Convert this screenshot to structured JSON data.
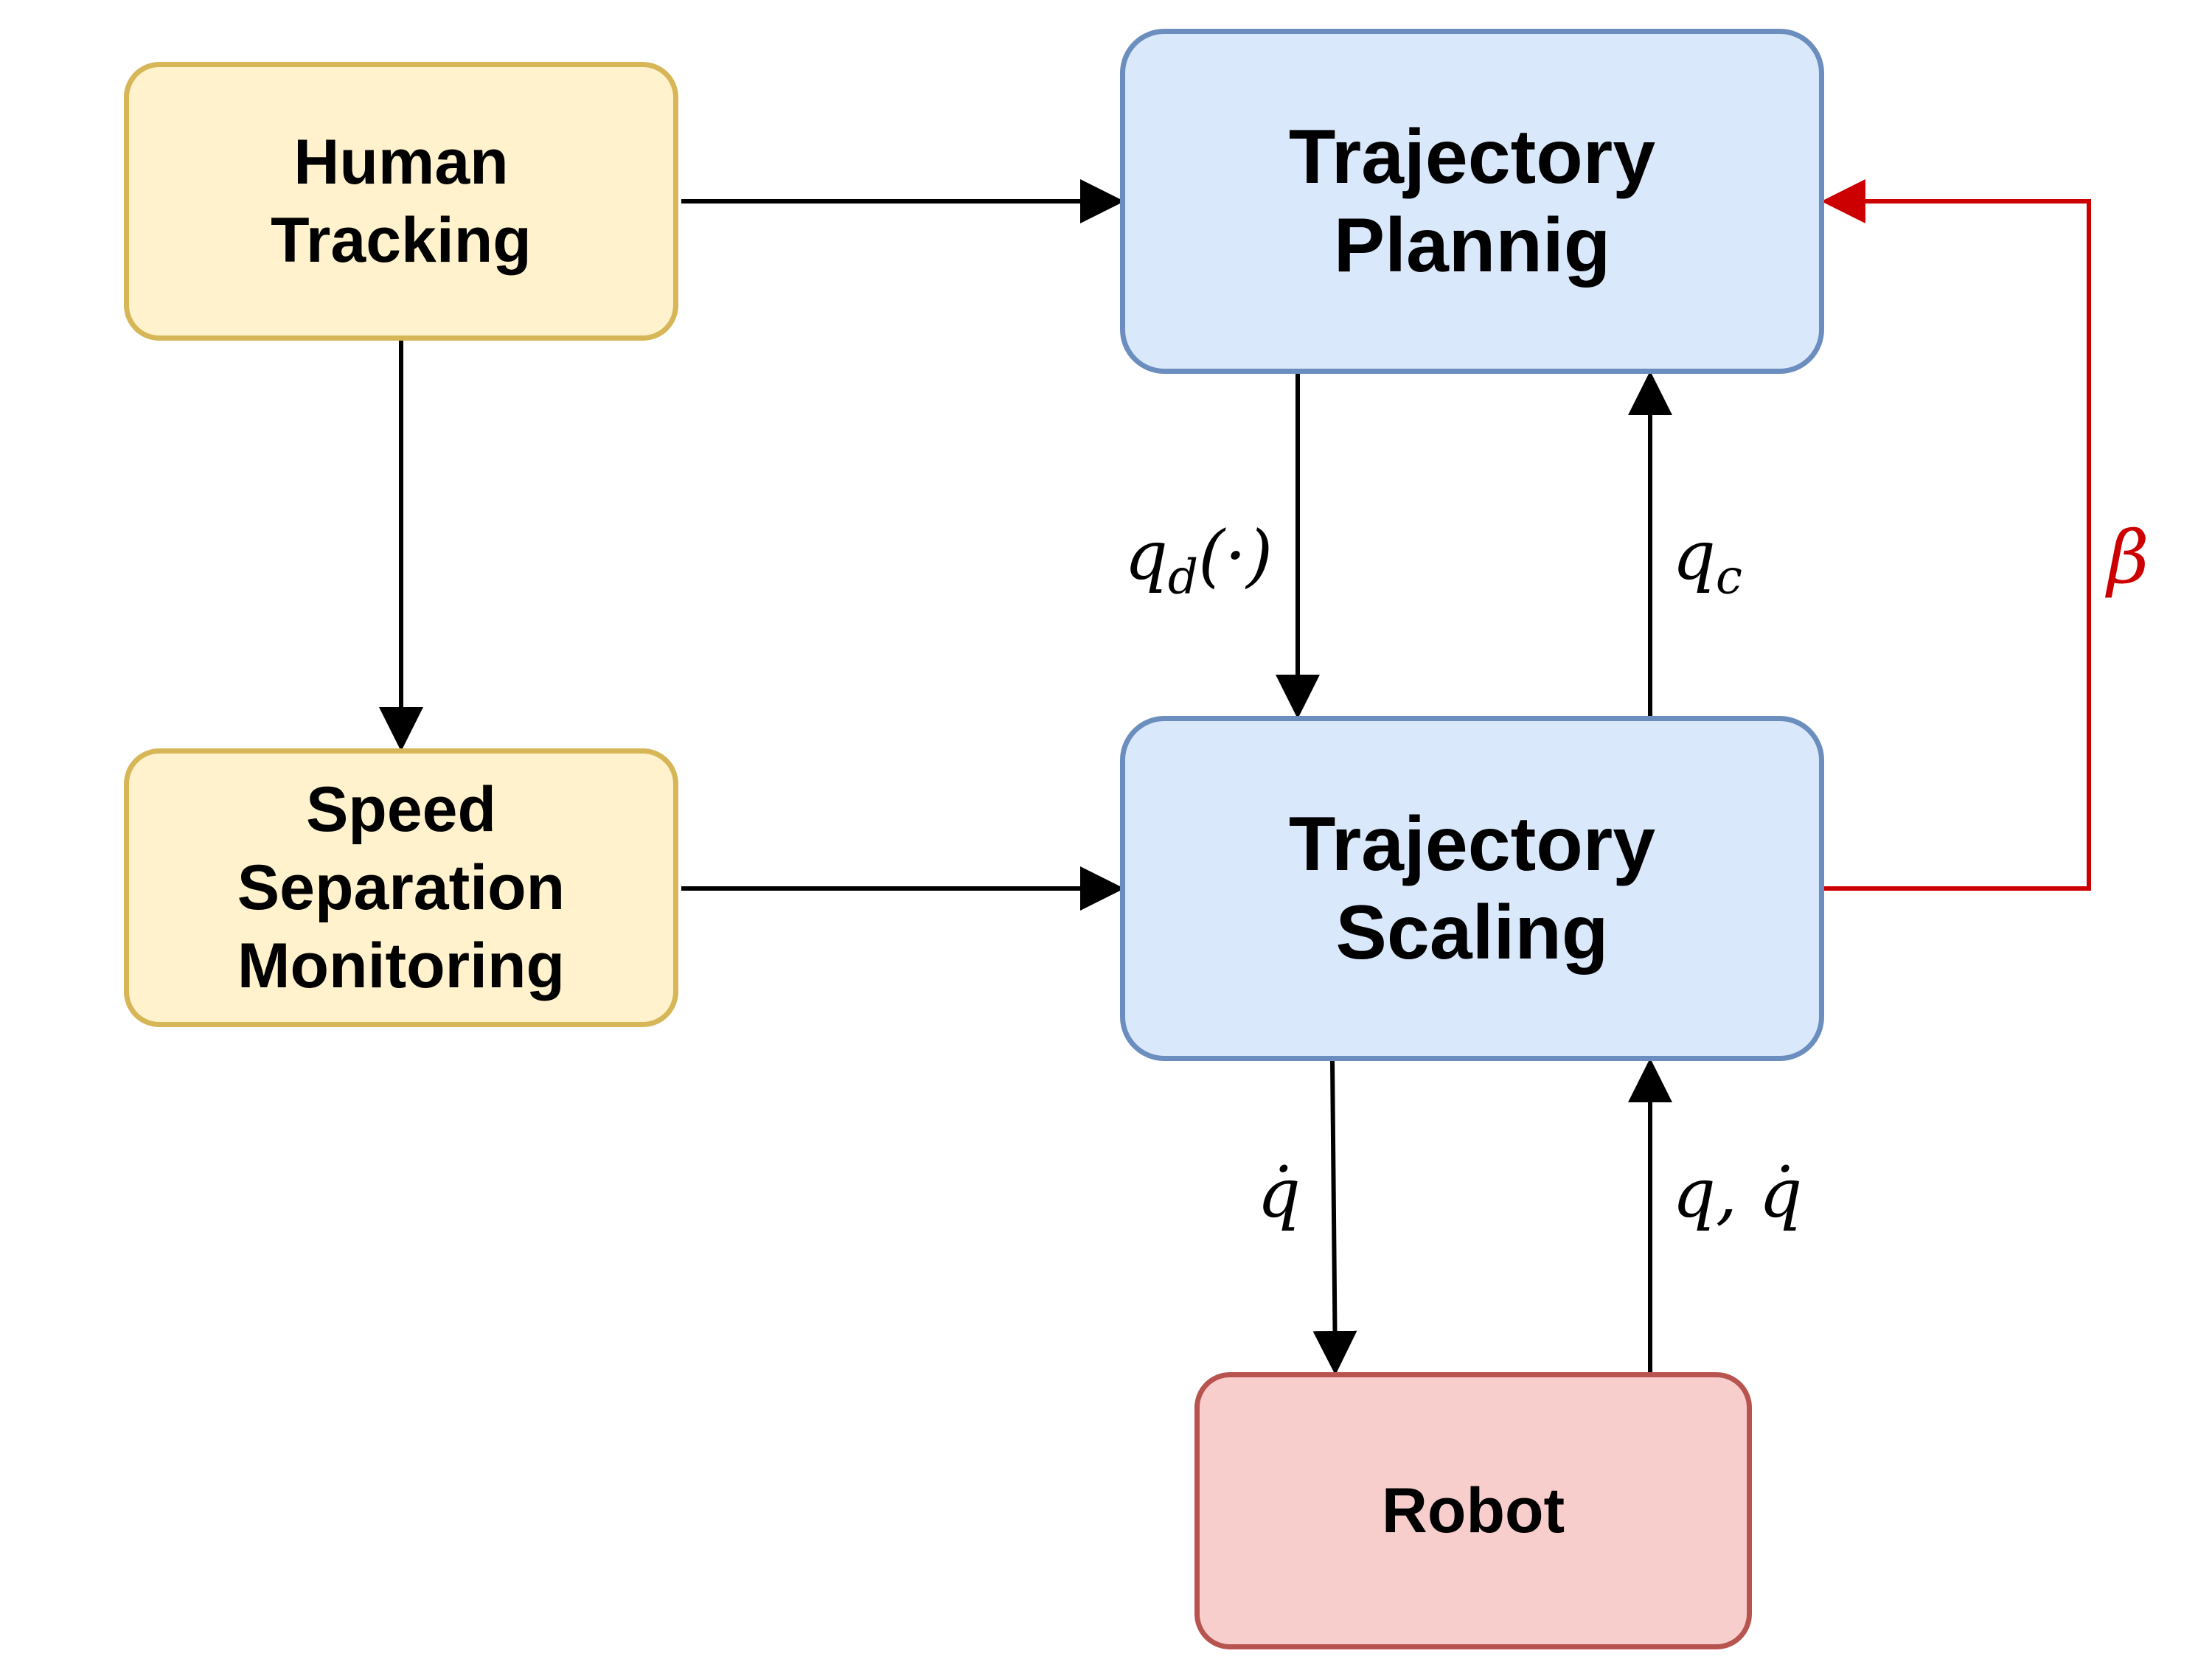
{
  "nodes": {
    "human_tracking": {
      "label": "Human\nTracking"
    },
    "speed_separation_monitoring": {
      "label": "Speed\nSeparation\nMonitoring"
    },
    "trajectory_planning": {
      "label": "Trajectory\nPlannig"
    },
    "trajectory_scaling": {
      "label": "Trajectory\nScaling"
    },
    "robot": {
      "label": "Robot"
    }
  },
  "edge_labels": {
    "planning_to_scaling": "q_d(·)",
    "scaling_to_planning": "q_c",
    "feedback_beta": "β",
    "scaling_to_robot": "q̇",
    "robot_to_scaling": "q, q̇"
  },
  "colors": {
    "yellow_fill": "#fff2cc",
    "yellow_stroke": "#d6b656",
    "blue_fill": "#dae8fc",
    "blue_stroke": "#6c8ebf",
    "red_fill": "#f8cecc",
    "red_stroke": "#b85450",
    "feedback_line": "#cc0000",
    "arrow": "#000000"
  }
}
